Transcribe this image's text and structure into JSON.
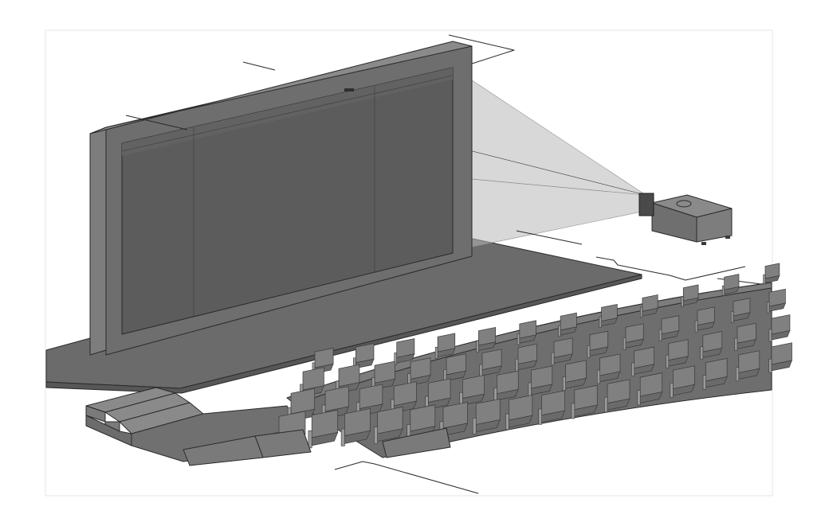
{
  "scene": {
    "subject": "",
    "colors": {
      "background": "#ffffff",
      "screen_face": "#5c5c5c",
      "screen_frame": "#6e6e6e",
      "screen_side": "#7d7d7d",
      "stage_floor": "#6b6b6b",
      "projection_beam": "#b8b8b8",
      "projector_body": "#6f6f6f",
      "seating": "#808080",
      "steps": "#7a7a7a"
    },
    "seating": {
      "rows": 4,
      "seats_per_row": [
        12,
        14,
        15,
        16
      ]
    }
  }
}
